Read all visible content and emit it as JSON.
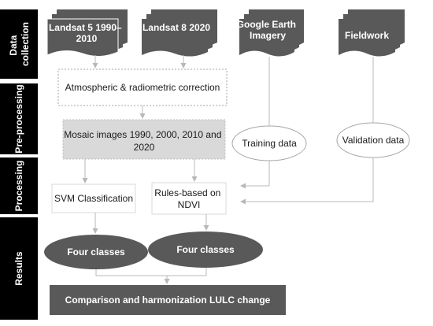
{
  "stages": {
    "collection": [
      "Data",
      "collection"
    ],
    "preprocessing": "Pre-processing",
    "processing": "Processing",
    "results": "Results"
  },
  "sources": {
    "landsat5": [
      "Landsat 5 1990–",
      "2010"
    ],
    "landsat8": "Landsat 8 2020",
    "google_earth": [
      "Google Earth",
      "Imagery"
    ],
    "fieldwork": "Fieldwork"
  },
  "steps": {
    "correction": "Atmospheric & radiometric correction",
    "mosaic": [
      "Mosaic images 1990, 2000, 2010 and",
      "2020"
    ],
    "training": "Training data",
    "validation": "Validation data",
    "svm": "SVM Classification",
    "rules": [
      "Rules-based on",
      "NDVI"
    ],
    "four_classes_left": "Four classes",
    "four_classes_right": "Four classes",
    "comparison": "Comparison and harmonization LULC change"
  },
  "colors": {
    "stage_bar": "#000000",
    "doc_fill": "#595959",
    "result_fill": "#595959",
    "mosaic_fill": "#d9d9d9",
    "arrow": "#b8b8b8"
  }
}
